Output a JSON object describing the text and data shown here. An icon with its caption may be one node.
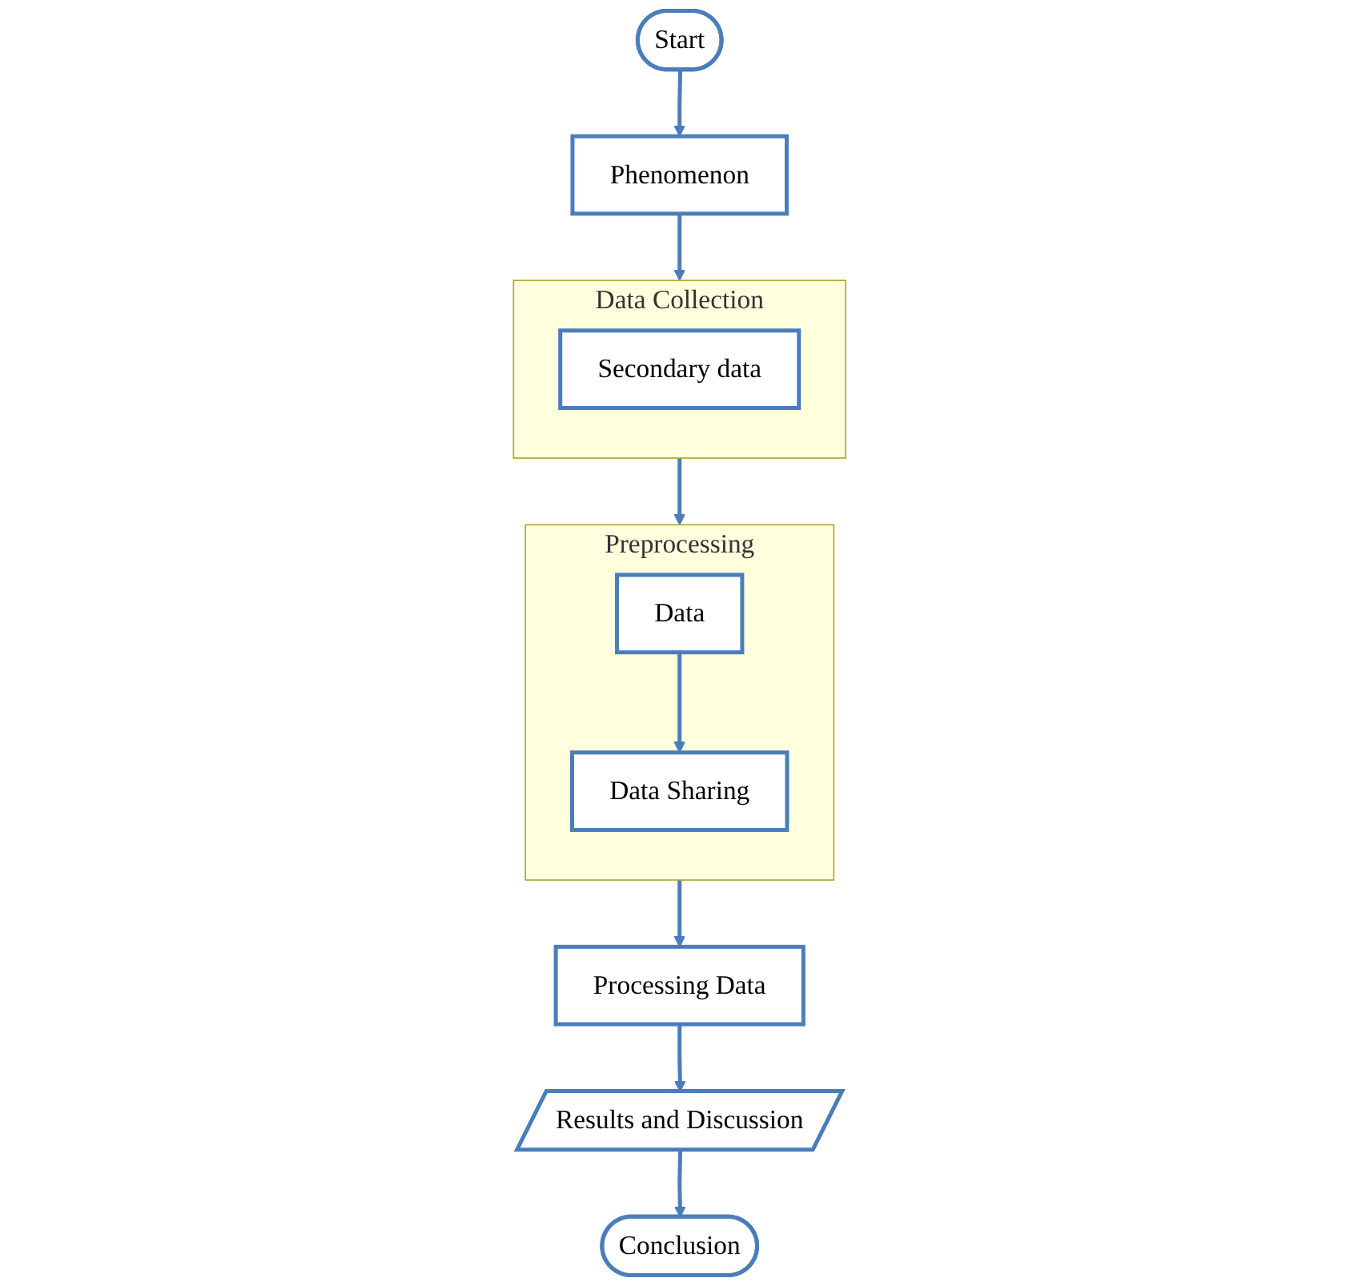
{
  "diagram": {
    "nodes": [
      {
        "text": [
          "Start"
        ]
      },
      {
        "text": [
          "Phenomenon"
        ]
      },
      {
        "text": [
          "Data Collection"
        ]
      },
      {
        "text": [
          "Secondary data"
        ],
        "in": 2
      },
      {
        "text": [
          "Preprocessing"
        ]
      },
      {
        "text": [
          "Data"
        ],
        "in": 4
      },
      {
        "text": [
          "Data Sharing"
        ],
        "in": 4
      },
      {
        "text": [
          "Processing Data"
        ]
      },
      {
        "text": [
          "Results and Discussion"
        ]
      },
      {
        "text": [
          "Conclusion"
        ]
      }
    ],
    "edges": [
      {
        "from": 0,
        "to": 1,
        "arrow": "to"
      },
      {
        "from": 1,
        "to": 2,
        "arrow": "to"
      },
      {
        "from": 2,
        "to": 4,
        "arrow": "to"
      },
      {
        "from": 5,
        "to": 6,
        "arrow": "to"
      },
      {
        "from": 4,
        "to": 7,
        "arrow": "to"
      },
      {
        "from": 7,
        "to": 8,
        "arrow": "to"
      },
      {
        "from": 8,
        "to": 9,
        "arrow": "to"
      }
    ]
  }
}
